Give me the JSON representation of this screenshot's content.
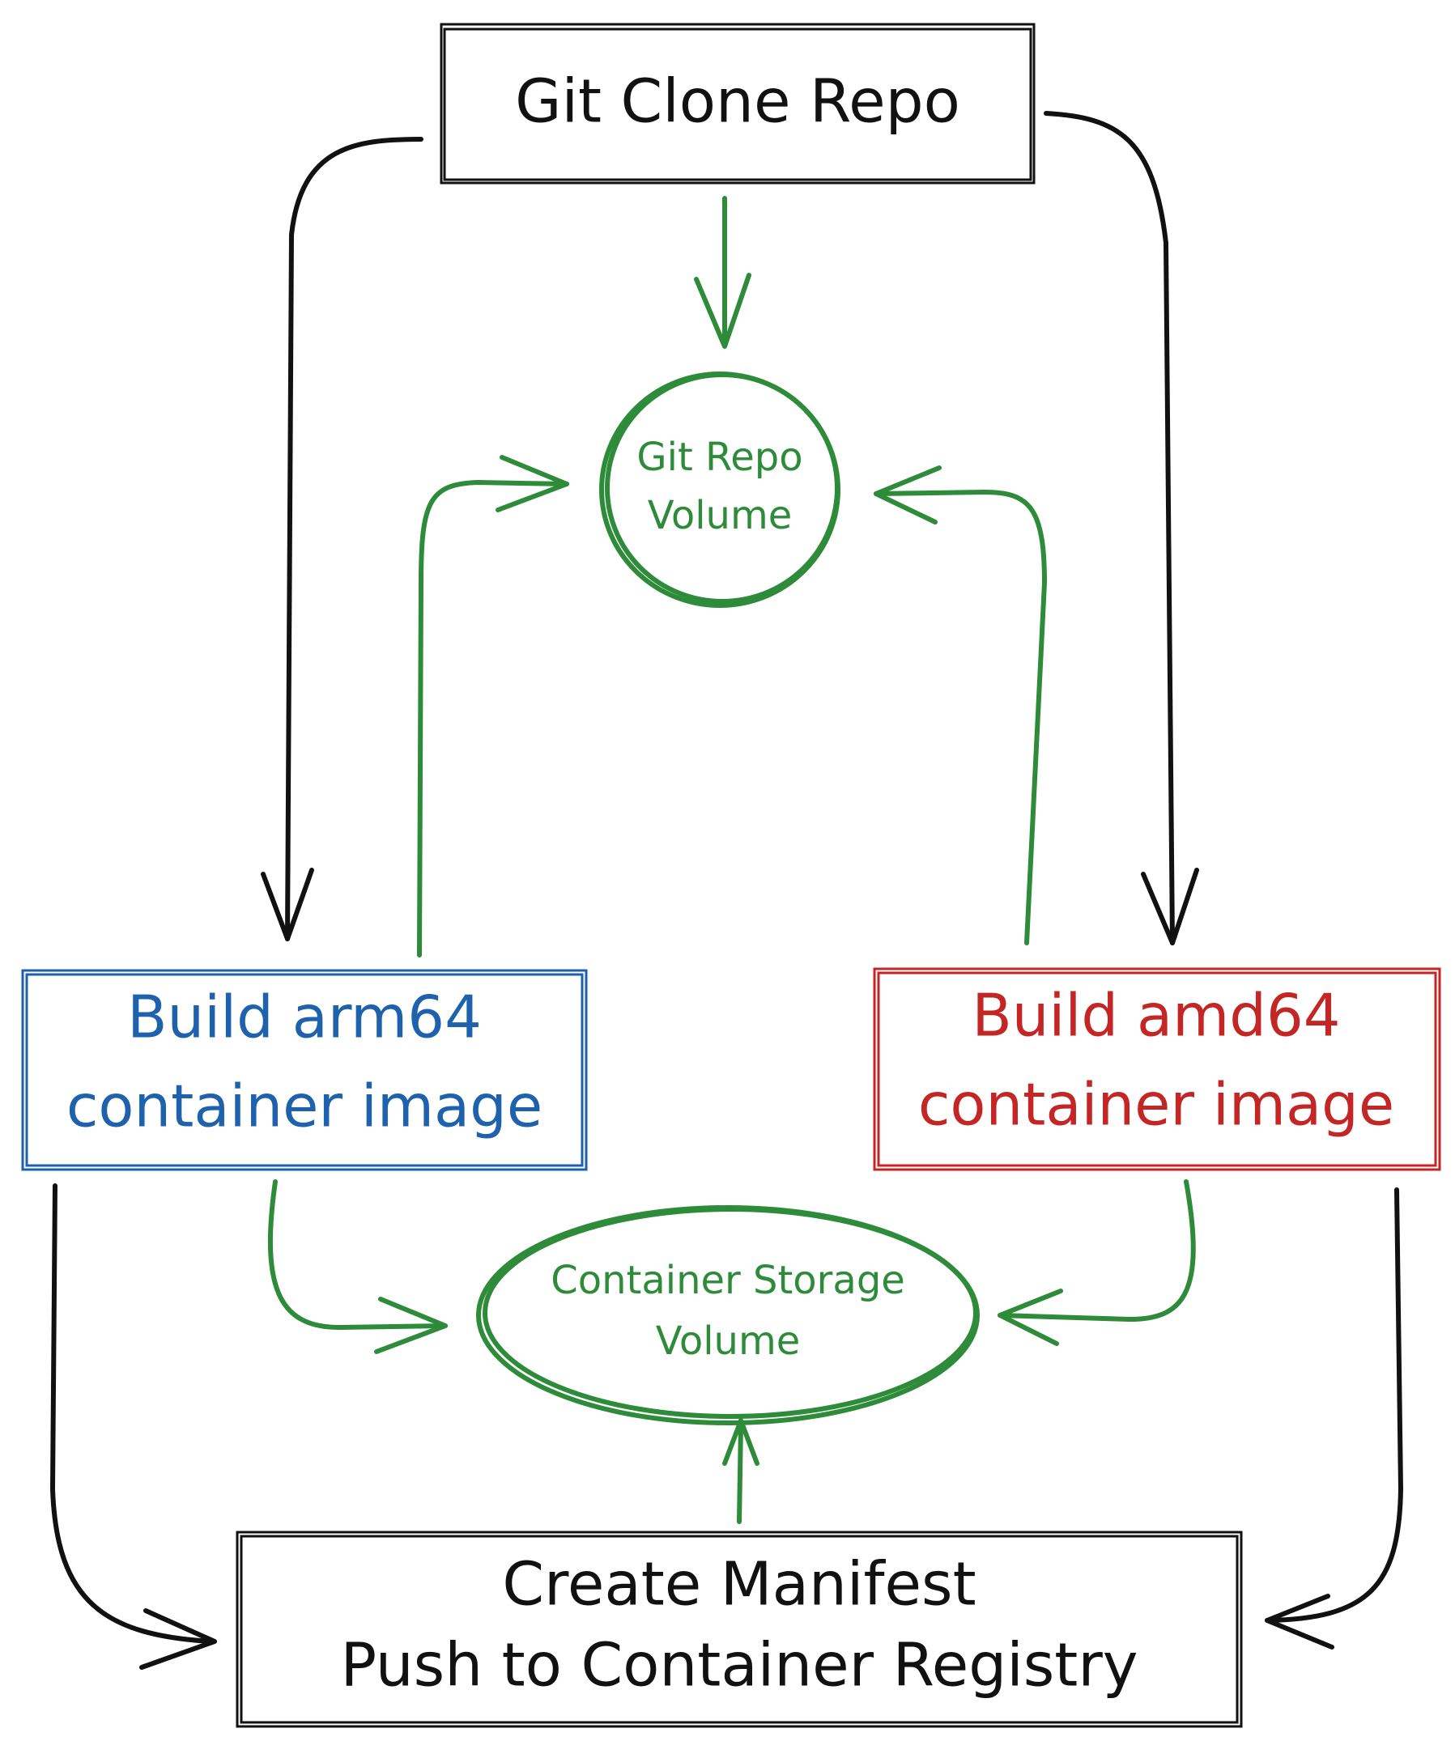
{
  "nodes": {
    "git_clone": {
      "label": "Git Clone Repo"
    },
    "git_repo_volume": {
      "line1": "Git Repo",
      "line2": "Volume"
    },
    "build_arm64": {
      "line1": "Build arm64",
      "line2": "container image"
    },
    "build_amd64": {
      "line1": "Build amd64",
      "line2": "container image"
    },
    "container_storage": {
      "line1": "Container Storage",
      "line2": "Volume"
    },
    "create_manifest": {
      "line1": "Create Manifest",
      "line2": "Push to Container Registry"
    }
  },
  "edges": [
    {
      "from": "Git Clone Repo",
      "to": "Build arm64 container image",
      "color": "black"
    },
    {
      "from": "Git Clone Repo",
      "to": "Build amd64 container image",
      "color": "black"
    },
    {
      "from": "Git Clone Repo",
      "to": "Git Repo Volume",
      "color": "green"
    },
    {
      "from": "Build arm64 container image",
      "to": "Git Repo Volume",
      "color": "green"
    },
    {
      "from": "Build amd64 container image",
      "to": "Git Repo Volume",
      "color": "green"
    },
    {
      "from": "Build arm64 container image",
      "to": "Container Storage Volume",
      "color": "green"
    },
    {
      "from": "Build amd64 container image",
      "to": "Container Storage Volume",
      "color": "green"
    },
    {
      "from": "Create Manifest Push to Container Registry",
      "to": "Container Storage Volume",
      "color": "green"
    },
    {
      "from": "Build arm64 container image",
      "to": "Create Manifest Push to Container Registry",
      "color": "black"
    },
    {
      "from": "Build amd64 container image",
      "to": "Create Manifest Push to Container Registry",
      "color": "black"
    }
  ],
  "colors": {
    "black": "#111111",
    "green": "#2e8b3a",
    "blue": "#1e62ad",
    "red": "#c42525"
  }
}
